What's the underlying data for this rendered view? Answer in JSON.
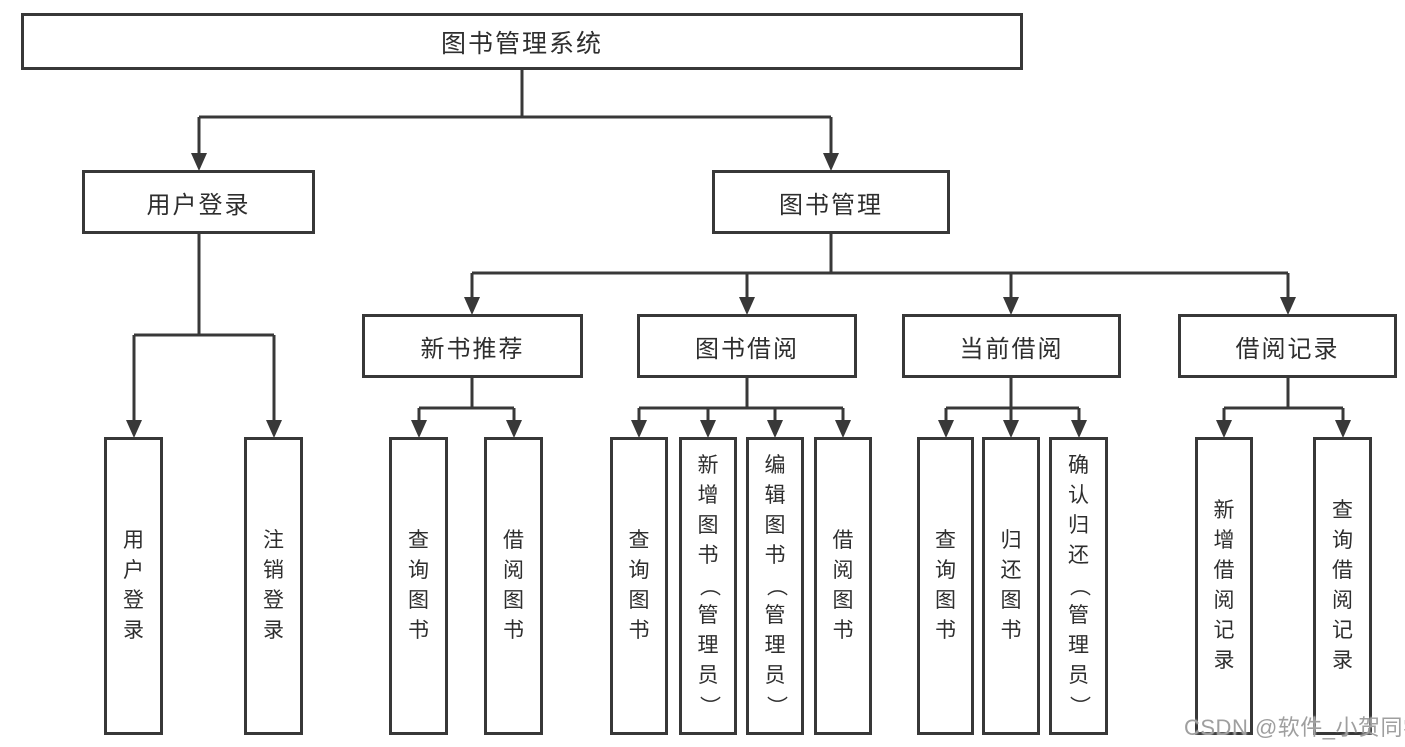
{
  "tree": {
    "root": {
      "label": "图书管理系统",
      "children": [
        {
          "label": "用户登录",
          "children": [
            {
              "label": "用户登录"
            },
            {
              "label": "注销登录"
            }
          ]
        },
        {
          "label": "图书管理",
          "children": [
            {
              "label": "新书推荐",
              "children": [
                {
                  "label": "查询图书"
                },
                {
                  "label": "借阅图书"
                }
              ]
            },
            {
              "label": "图书借阅",
              "children": [
                {
                  "label": "查询图书"
                },
                {
                  "label": "新增图书（管理员）"
                },
                {
                  "label": "编辑图书（管理员）"
                },
                {
                  "label": "借阅图书"
                }
              ]
            },
            {
              "label": "当前借阅",
              "children": [
                {
                  "label": "查询图书"
                },
                {
                  "label": "归还图书"
                },
                {
                  "label": "确认归还（管理员）"
                }
              ]
            },
            {
              "label": "借阅记录",
              "children": [
                {
                  "label": "新增借阅记录"
                },
                {
                  "label": "查询借阅记录"
                }
              ]
            }
          ]
        }
      ]
    }
  },
  "watermark": {
    "text": "CSDN @软件_小贺同学"
  },
  "colors": {
    "line": "#383838",
    "text": "#2e2e2e",
    "watermark": "#9f9f9f",
    "background": "#ffffff"
  }
}
